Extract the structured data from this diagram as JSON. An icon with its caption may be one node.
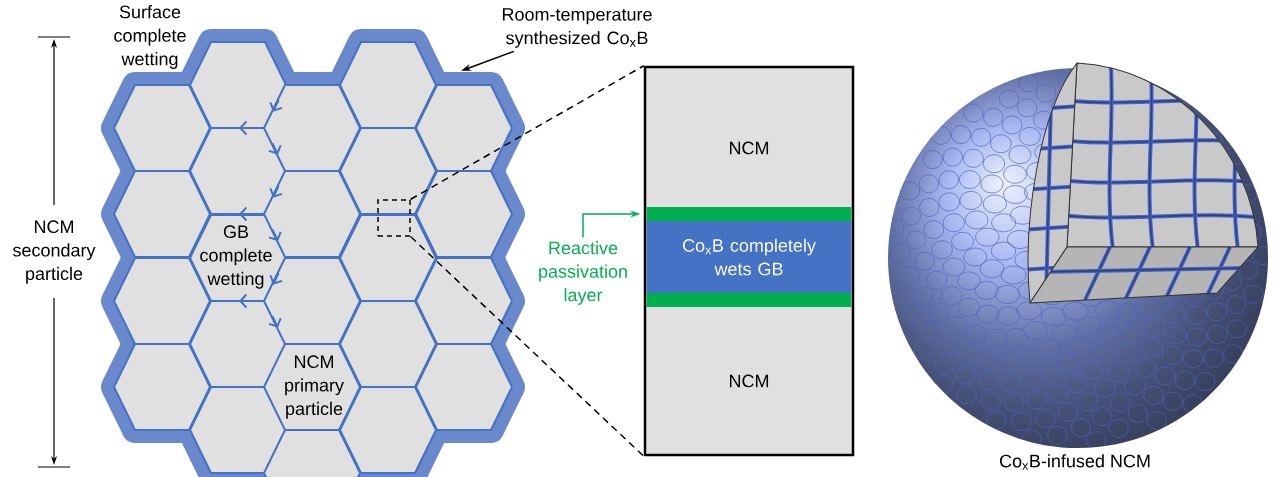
{
  "diagram": {
    "nodes": [
      {
        "text": [
          "Room-temperature synthesized Co$_{x}$B"
        ]
      },
      {
        "text": [],
        "shape": "picture"
      },
      {
        "text": [],
        "shape": "box",
        "in": 1
      },
      {
        "text": [
          "Reactive passivation layer"
        ]
      },
      {
        "text": [],
        "shape": "box"
      },
      {
        "text": [
          "NCM"
        ],
        "in": 4
      },
      {
        "text": [],
        "shape": "bar",
        "in": 4
      },
      {
        "text": [
          "Co$_{x}$B completely wets GB"
        ],
        "in": 4
      },
      {
        "text": [],
        "shape": "bar",
        "in": 4
      },
      {
        "text": [
          "NCM"
        ],
        "in": 4
      }
    ],
    "edges": [
      {
        "from": 0,
        "to": 1,
        "arrow": "to"
      },
      {
        "from": 2,
        "to": 4,
        "arrow": "none",
        "style": "dashed"
      },
      {
        "from": 2,
        "to": 4,
        "arrow": "none",
        "style": "dashed"
      },
      {
        "from": 3,
        "to": 6,
        "arrow": "to",
        "color": "#00b050"
      }
    ],
    "labels": [
      "Surface complete wetting",
      "NCM secondary particle",
      "GB complete wetting",
      "NCM primary particle",
      "Co$_{x}$B-infused NCM"
    ]
  }
}
